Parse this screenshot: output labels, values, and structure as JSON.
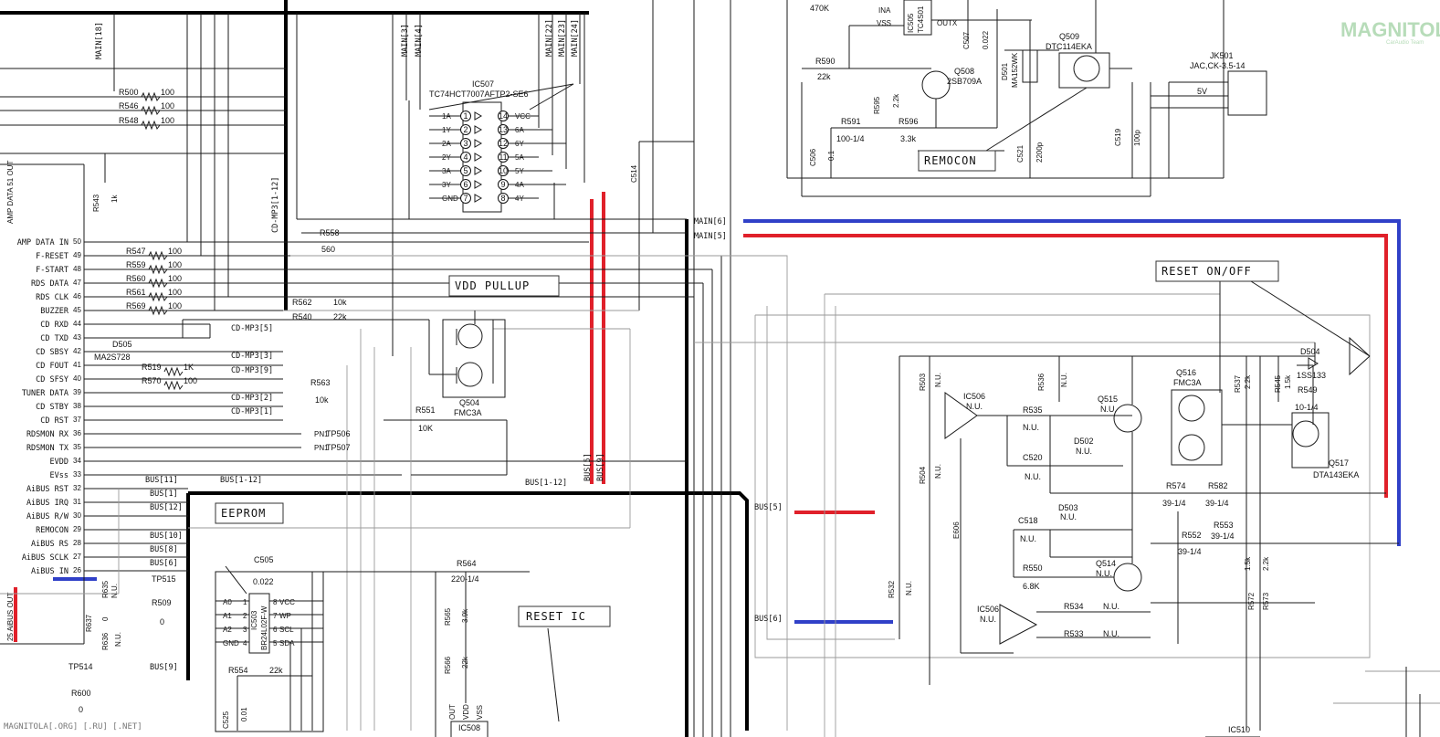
{
  "watermark": {
    "brand": "MAGNITOLA",
    "sub": "CarAudio Team",
    "footer": "MAGNITOLA[.ORG] [.RU] [.NET]"
  },
  "left_connector": {
    "top_label": "AMP DATA 51 OUT",
    "pins": [
      {
        "n": "50",
        "label": "AMP DATA IN"
      },
      {
        "n": "49",
        "label": "F-RESET"
      },
      {
        "n": "48",
        "label": "F-START"
      },
      {
        "n": "47",
        "label": "RDS DATA"
      },
      {
        "n": "46",
        "label": "RDS CLK"
      },
      {
        "n": "45",
        "label": "BUZZER"
      },
      {
        "n": "44",
        "label": "CD RXD"
      },
      {
        "n": "43",
        "label": "CD TXD"
      },
      {
        "n": "42",
        "label": "CD SBSY"
      },
      {
        "n": "41",
        "label": "CD FOUT"
      },
      {
        "n": "40",
        "label": "CD SFSY"
      },
      {
        "n": "39",
        "label": "TUNER DATA"
      },
      {
        "n": "38",
        "label": "CD STBY"
      },
      {
        "n": "37",
        "label": "CD RST"
      },
      {
        "n": "36",
        "label": "RDSMON RX"
      },
      {
        "n": "35",
        "label": "RDSMON TX"
      },
      {
        "n": "34",
        "label": "EVDD"
      },
      {
        "n": "33",
        "label": "EVss"
      },
      {
        "n": "32",
        "label": "AiBUS RST"
      },
      {
        "n": "31",
        "label": "AiBUS IRQ"
      },
      {
        "n": "30",
        "label": "AiBUS R/W"
      },
      {
        "n": "29",
        "label": "REMOCON"
      },
      {
        "n": "28",
        "label": "AiBUS RS"
      },
      {
        "n": "27",
        "label": "AiBUS SCLK"
      },
      {
        "n": "26",
        "label": "AiBUS IN"
      }
    ],
    "bottom_label": "25 AiBUS OUT"
  },
  "labels": {
    "vdd_pullup": "VDD PULLUP",
    "eeprom": "EEPROM",
    "reset_ic": "RESET IC",
    "reset_onoff": "RESET ON/OFF",
    "remocon": "REMOCON",
    "main6": "MAIN[6]",
    "main5": "MAIN[5]",
    "bus5": "BUS[5]",
    "bus6": "BUS[6]",
    "bus9": "BUS[9]",
    "bus1_12": "BUS[1-12]",
    "bus1_12b": "BUS[1-12]",
    "bus11": "BUS[11]",
    "bus1": "BUS[1]",
    "bus12": "BUS[12]",
    "bus10": "BUS[10]",
    "bus8": "BUS[8]",
    "bus6b": "BUS[6]",
    "bus9b": "BUS[9]",
    "busv5": "BUS[5]",
    "busv9": "BUS[9]",
    "main18": "MAIN[18]",
    "main3": "MAIN[3]",
    "main4": "MAIN[4]",
    "main22": "MAIN[22]",
    "main23": "MAIN[23]",
    "main24": "MAIN[24]",
    "cdmp3_112": "CD-MP3[1-12]",
    "cdmp3_5": "CD-MP3[5]",
    "cdmp3_3": "CD-MP3[3]",
    "cdmp3_9": "CD-MP3[9]",
    "cdmp3_2": "CD-MP3[2]",
    "cdmp3_1": "CD-MP3[1]",
    "five_v": "5V"
  },
  "ic507": {
    "name": "IC507",
    "part": "TC74HCT7007AFTP2-SE6",
    "left": [
      [
        "1A",
        "1"
      ],
      [
        "1Y",
        "2"
      ],
      [
        "2A",
        "3"
      ],
      [
        "2Y",
        "4"
      ],
      [
        "3A",
        "5"
      ],
      [
        "3Y",
        "6"
      ],
      [
        "GND",
        "7"
      ]
    ],
    "right": [
      [
        "14",
        "VCC"
      ],
      [
        "13",
        "6A"
      ],
      [
        "12",
        "6Y"
      ],
      [
        "11",
        "5A"
      ],
      [
        "10",
        "5Y"
      ],
      [
        "9",
        "4A"
      ],
      [
        "8",
        "4Y"
      ]
    ]
  },
  "resistors_left": [
    {
      "ref": "R500",
      "val": "100"
    },
    {
      "ref": "R546",
      "val": "100"
    },
    {
      "ref": "R548",
      "val": "100"
    },
    {
      "ref": "R547",
      "val": "100"
    },
    {
      "ref": "R559",
      "val": "100"
    },
    {
      "ref": "R560",
      "val": "100"
    },
    {
      "ref": "R561",
      "val": "100"
    },
    {
      "ref": "R569",
      "val": "100"
    },
    {
      "ref": "R519",
      "val": "1K"
    },
    {
      "ref": "R570",
      "val": "100"
    }
  ],
  "parts": {
    "r543": "R543",
    "r543v": "1k",
    "r558": "R558",
    "r558v": "560",
    "r562": "R562",
    "r562v": "10k",
    "r540": "R540",
    "r540v": "22k",
    "r563": "R563",
    "r563v": "10k",
    "r551": "R551",
    "r551v": "10K",
    "q504": "Q504",
    "q504v": "FMC3A",
    "d505": "D505",
    "d505v": "MA2S728",
    "tp506": "TP506",
    "tp507": "TP507",
    "tp515": "TP515",
    "tp514": "TP514",
    "pn1": "PN1",
    "pn2": "PN1",
    "c514": "C514",
    "c505": "C505",
    "c505v": "0.022",
    "r564": "R564",
    "r564v": "220-1/4",
    "r509": "R509",
    "r509v": "0",
    "r635": "R635",
    "r635v": "N.U.",
    "r637": "R637",
    "r637v": "0",
    "r636": "R636",
    "r636v": "N.U.",
    "r600": "R600",
    "r600v": "0",
    "r554": "R554",
    "r554v": "22k",
    "r565": "R565",
    "r565v": "3.9k",
    "r566": "R566",
    "r566v": "22k",
    "c525": "C525",
    "c525v": "0.01",
    "ic503": "IC503",
    "ic503v": "BR24L02F-W",
    "ic508": "IC508",
    "ic505": "IC505",
    "ic505v": "TC4S01",
    "r590": "R590",
    "r590v": "22k",
    "r595": "R595",
    "r595v": "2.2k",
    "r591": "R591",
    "r591v": "100-1/4",
    "r596": "R596",
    "r596v": "3.3k",
    "q508": "Q508",
    "q508v": "2SB709A",
    "c506": "C506",
    "c506v": "0.1",
    "c507": "C507",
    "c507v": "0.022",
    "d501": "D501",
    "d501v": "MA152WK",
    "q509": "Q509",
    "q509v": "DTC114EKA",
    "c521": "C521",
    "c521v": "2200p",
    "c519": "C519",
    "c519v": "100p",
    "jk501": "JK501",
    "jk501v": "JAC,CK-3.5-14",
    "r470k": "470K",
    "r503": "R503",
    "r503v": "N.U.",
    "r504": "R504",
    "r504v": "N.U.",
    "r532": "R532",
    "r532v": "N.U.",
    "r536": "R536",
    "r536v": "N.U.",
    "r535": "R535",
    "r535v": "N.U.",
    "c520": "C520",
    "c520v": "N.U.",
    "d502": "D502",
    "d502v": "N.U.",
    "d503": "D503",
    "d503v": "N.U.",
    "c518": "C518",
    "c518v": "N.U.",
    "r550": "R550",
    "r550v": "6.8K",
    "e606": "E606",
    "ic506a": "IC506",
    "ic506av": "N.U.",
    "ic506b": "IC506",
    "ic506bv": "N.U.",
    "q515": "Q515",
    "q515v": "N.U.",
    "q514": "Q514",
    "q514v": "N.U.",
    "r534": "R534",
    "r534v": "N.U.",
    "r533": "R533",
    "r533v": "N.U.",
    "q516": "Q516",
    "q516v": "FMC3A",
    "q517": "Q517",
    "q517v": "DTA143EKA",
    "d504": "D504",
    "d504v": "1SS133",
    "r537": "R537",
    "r537v": "2.2k",
    "r545": "R545",
    "r545v": "1.5k",
    "r549": "R549",
    "r549v": "10-1/4",
    "r574": "R574",
    "r574v": "39-1/4",
    "r582": "R582",
    "r582v": "39-1/4",
    "r552": "R552",
    "r552v": "39-1/4",
    "r553": "R553",
    "r553v": "39-1/4",
    "r572": "R572",
    "r572v": "1.5k",
    "r573": "R573",
    "r573v": "2.2k",
    "ic510": "IC510"
  },
  "eeprom_pins": {
    "left": [
      [
        "A0",
        "1"
      ],
      [
        "A1",
        "2"
      ],
      [
        "A2",
        "3"
      ],
      [
        "GND",
        "4"
      ]
    ],
    "right": [
      [
        "8",
        "VCC"
      ],
      [
        "7",
        "WP"
      ],
      [
        "6",
        "SCL"
      ],
      [
        "5",
        "SDA"
      ]
    ]
  },
  "ic508_pins": [
    "OUT",
    "VDD",
    "VSS"
  ],
  "ic505_pins": [
    "INA",
    "VSS",
    "OUTX"
  ]
}
